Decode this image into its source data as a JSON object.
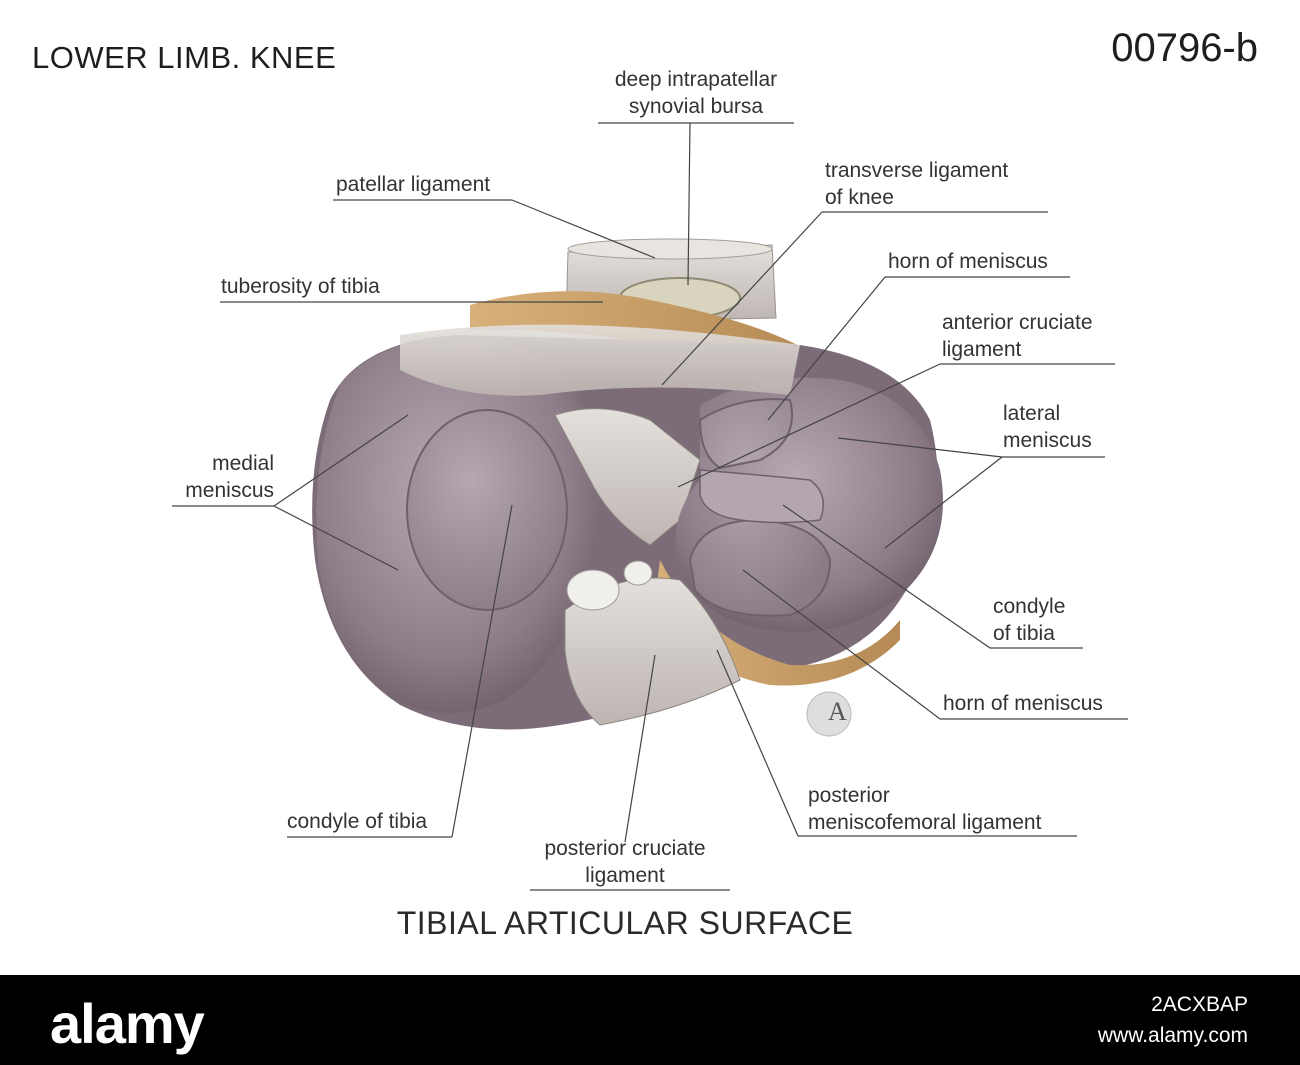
{
  "header": {
    "title": "LOWER LIMB. KNEE",
    "code": "00796-b"
  },
  "labels": {
    "deep_bursa": [
      "deep intrapatellar",
      "synovial bursa"
    ],
    "patellar_ligament": "patellar ligament",
    "transverse_ligament": [
      "transverse ligament",
      "of knee"
    ],
    "horn_of_meniscus_top": "horn of meniscus",
    "tuberosity_of_tibia": "tuberosity of tibia",
    "anterior_cruciate": [
      "anterior cruciate",
      "ligament"
    ],
    "lateral_meniscus": [
      "lateral",
      "meniscus"
    ],
    "medial_meniscus": [
      "medial",
      "meniscus"
    ],
    "condyle_right": [
      "condyle",
      "of tibia"
    ],
    "horn_of_meniscus_bottom": "horn of meniscus",
    "condyle_left": "condyle of tibia",
    "posterior_meniscofemoral": [
      "posterior",
      "meniscofemoral ligament"
    ],
    "posterior_cruciate": [
      "posterior cruciate",
      "ligament"
    ]
  },
  "caption": "TIBIAL ARTICULAR SURFACE",
  "view_marker": "A",
  "footer": {
    "brand": "alamy",
    "image_code": "2ACXBAP",
    "url": "www.alamy.com"
  },
  "colors": {
    "meniscus": "#8e7f8a",
    "condyle": "#a89aa3",
    "ligament": "#d6d0cc",
    "fat_pad": "#c8a068",
    "bursa": "#cfcbb6",
    "leader_line": "#444444"
  }
}
